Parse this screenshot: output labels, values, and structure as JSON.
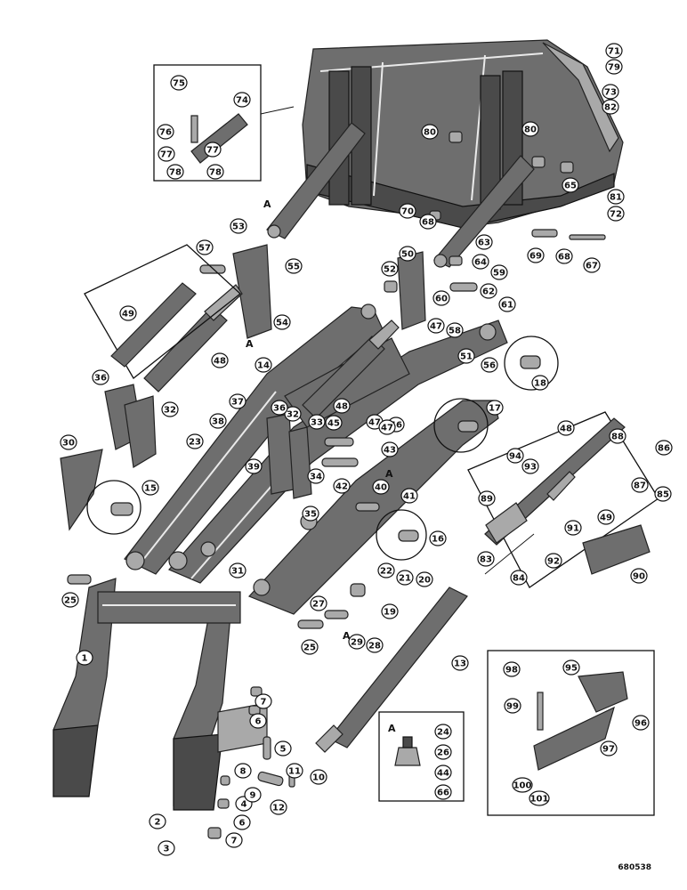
{
  "reference_number": "680538",
  "view_marker": "A",
  "fitting_callouts": [
    "24",
    "26",
    "44",
    "66"
  ],
  "callouts": [
    "1",
    "2",
    "3",
    "4",
    "5",
    "6",
    "7",
    "8",
    "9",
    "10",
    "11",
    "12",
    "13",
    "14",
    "15",
    "16",
    "17",
    "18",
    "19",
    "20",
    "21",
    "22",
    "23",
    "25",
    "27",
    "28",
    "29",
    "30",
    "31",
    "32",
    "33",
    "34",
    "35",
    "36",
    "37",
    "38",
    "39",
    "40",
    "41",
    "42",
    "43",
    "45",
    "46",
    "47",
    "48",
    "49",
    "50",
    "51",
    "52",
    "53",
    "54",
    "55",
    "56",
    "57",
    "58",
    "59",
    "60",
    "61",
    "62",
    "63",
    "64",
    "65",
    "67",
    "68",
    "69",
    "70",
    "71",
    "72",
    "73",
    "74",
    "75",
    "76",
    "77",
    "78",
    "79",
    "80",
    "81",
    "82",
    "83",
    "84",
    "85",
    "86",
    "87",
    "88",
    "89",
    "90",
    "91",
    "92",
    "93",
    "94",
    "95",
    "96",
    "97",
    "98",
    "99",
    "100",
    "101"
  ]
}
